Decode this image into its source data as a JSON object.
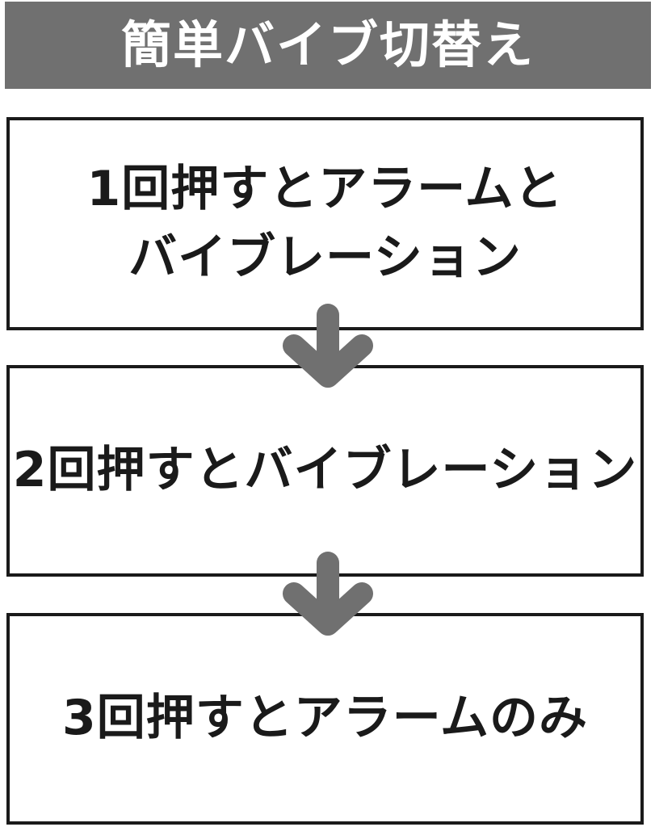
{
  "title": "簡単バイブ切替え",
  "steps": [
    {
      "lines": [
        "1回押すとアラームと",
        "バイブレーション"
      ]
    },
    {
      "lines": [
        "2回押すとバイブレーション"
      ]
    },
    {
      "lines": [
        "3回押すとアラームのみ"
      ]
    }
  ],
  "colors": {
    "header_bg": "#707070",
    "header_text": "#ffffff",
    "box_border": "#1a1a1a",
    "arrow": "#707070"
  },
  "icons": {
    "flow_arrow": "arrow-down-icon"
  }
}
